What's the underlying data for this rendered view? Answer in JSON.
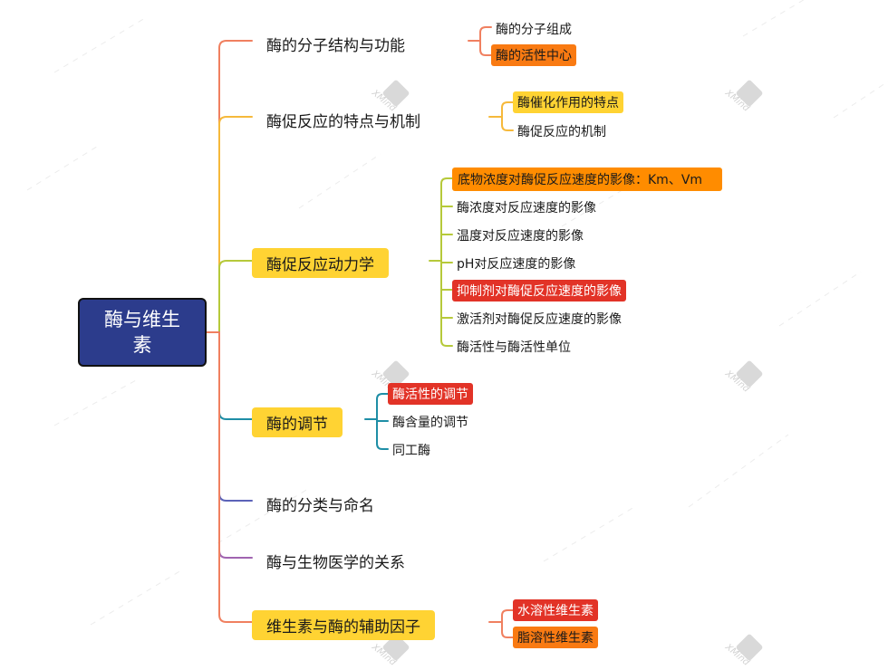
{
  "root": {
    "label": "酶与维生素"
  },
  "topics": [
    {
      "id": "t1",
      "label": "酶的分子结构与功能",
      "line_color": "#f08060",
      "highlight": null,
      "children": [
        {
          "label": "酶的分子组成",
          "highlight": null
        },
        {
          "label": "酶的活性中心",
          "highlight": "orange"
        }
      ]
    },
    {
      "id": "t2",
      "label": "酶促反应的特点与机制",
      "line_color": "#f6b93b",
      "highlight": null,
      "children": [
        {
          "label": "酶催化作用的特点",
          "highlight": "yellow"
        },
        {
          "label": "酶促反应的机制",
          "highlight": null
        }
      ]
    },
    {
      "id": "t3",
      "label": "酶促反应动力学",
      "line_color": "#b6c93a",
      "highlight": "yellow",
      "children": [
        {
          "label": "底物浓度对酶促反应速度的影像：Km、Vm",
          "highlight": "orange"
        },
        {
          "label": "酶浓度对反应速度的影像",
          "highlight": null
        },
        {
          "label": "温度对反应速度的影像",
          "highlight": null
        },
        {
          "label": "pH对反应速度的影像",
          "highlight": null
        },
        {
          "label": "抑制剂对酶促反应速度的影像",
          "highlight": "red"
        },
        {
          "label": "激活剂对酶促反应速度的影像",
          "highlight": null
        },
        {
          "label": "酶活性与酶活性单位",
          "highlight": null
        }
      ]
    },
    {
      "id": "t4",
      "label": "酶的调节",
      "line_color": "#1e8ea6",
      "highlight": "yellow",
      "children": [
        {
          "label": "酶活性的调节",
          "highlight": "red"
        },
        {
          "label": "酶含量的调节",
          "highlight": null
        },
        {
          "label": "同工酶",
          "highlight": null
        }
      ]
    },
    {
      "id": "t5",
      "label": "酶的分类与命名",
      "line_color": "#5b62b8",
      "highlight": null,
      "children": []
    },
    {
      "id": "t6",
      "label": "酶与生物医学的关系",
      "line_color": "#a064b0",
      "highlight": null,
      "children": []
    },
    {
      "id": "t7",
      "label": "维生素与酶的辅助因子",
      "line_color": "#f08060",
      "highlight": "yellow",
      "children": [
        {
          "label": "水溶性维生素",
          "highlight": "red"
        },
        {
          "label": "脂溶性维生素",
          "highlight": "orange"
        }
      ]
    }
  ],
  "colors": {
    "root_fill": "#2c3c8c",
    "trunk": "#f08060",
    "yellow": "#ffd333",
    "orange": "#ff8c00",
    "red": "#e23327"
  },
  "watermark": "XMind"
}
